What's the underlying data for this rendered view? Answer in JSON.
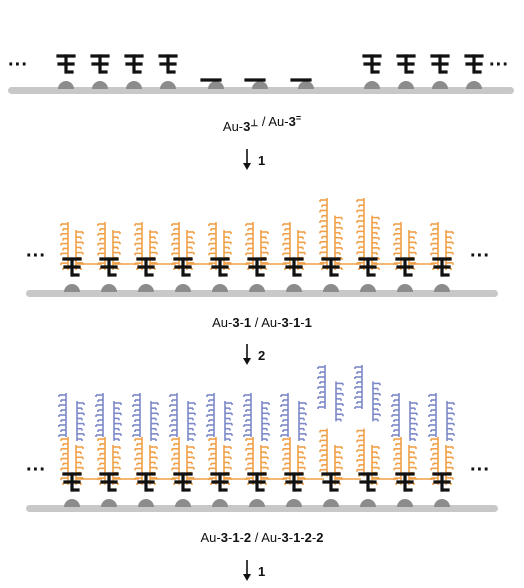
{
  "colors": {
    "surface": "#c8c8c8",
    "anchor": "#8c8c8c",
    "core": "#111111",
    "generation_1": "#f0a048",
    "generation_2": "#7c88c8",
    "text": "#111111"
  },
  "icons": {
    "dendron": "dendron-molecule-icon",
    "anchor": "surface-anchor-icon",
    "arrow": "down-arrow-icon"
  },
  "ellipsis": "···",
  "stages": [
    {
      "label_parts": [
        {
          "text": "Au-",
          "bold": false,
          "sup": false
        },
        {
          "text": "3",
          "bold": true,
          "sup": false
        },
        {
          "text": "⊥",
          "bold": true,
          "sup": true
        },
        {
          "text": " / Au-",
          "bold": false,
          "sup": false
        },
        {
          "text": "3",
          "bold": true,
          "sup": false
        },
        {
          "text": "=",
          "bold": true,
          "sup": true
        }
      ]
    },
    {
      "label_parts": [
        {
          "text": "Au-",
          "bold": false,
          "sup": false
        },
        {
          "text": "3",
          "bold": true,
          "sup": false
        },
        {
          "text": "-",
          "bold": false,
          "sup": false
        },
        {
          "text": "1",
          "bold": true,
          "sup": false
        },
        {
          "text": " / Au-",
          "bold": false,
          "sup": false
        },
        {
          "text": "3",
          "bold": true,
          "sup": false
        },
        {
          "text": "-",
          "bold": false,
          "sup": false
        },
        {
          "text": "1",
          "bold": true,
          "sup": false
        },
        {
          "text": "-",
          "bold": false,
          "sup": false
        },
        {
          "text": "1",
          "bold": true,
          "sup": false
        }
      ]
    },
    {
      "label_parts": [
        {
          "text": "Au-",
          "bold": false,
          "sup": false
        },
        {
          "text": "3",
          "bold": true,
          "sup": false
        },
        {
          "text": "-",
          "bold": false,
          "sup": false
        },
        {
          "text": "1",
          "bold": true,
          "sup": false
        },
        {
          "text": "-",
          "bold": false,
          "sup": false
        },
        {
          "text": "2",
          "bold": true,
          "sup": false
        },
        {
          "text": " / Au-",
          "bold": false,
          "sup": false
        },
        {
          "text": "3",
          "bold": true,
          "sup": false
        },
        {
          "text": "-",
          "bold": false,
          "sup": false
        },
        {
          "text": "1",
          "bold": true,
          "sup": false
        },
        {
          "text": "-",
          "bold": false,
          "sup": false
        },
        {
          "text": "2",
          "bold": true,
          "sup": false
        },
        {
          "text": "-",
          "bold": false,
          "sup": false
        },
        {
          "text": "2",
          "bold": true,
          "sup": false
        }
      ]
    }
  ],
  "steps": [
    "1",
    "2",
    "1"
  ]
}
